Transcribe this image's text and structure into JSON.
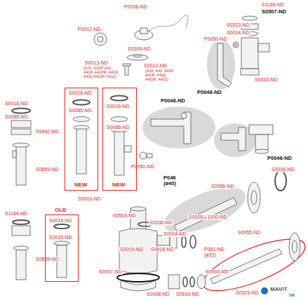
{
  "diagram": {
    "nodes": [
      {
        "text": [
          "S0016-ND",
          "S0085-ND",
          "NEW"
        ]
      },
      {
        "text": [
          "S0016-ND",
          "S0085-ND",
          "NEW"
        ]
      },
      {
        "text": [
          "OLD",
          "S0016-ND",
          "S0015-ND"
        ]
      }
    ],
    "labels": [
      "P0012-ND",
      "P0008-ND",
      "S0013-ND",
      "(A31, A31P, A41, A41P, A41PR, A41R, A410 A410P, A411)",
      "S0309-ND",
      "S0012-ND",
      "(A32, A42, A42F, A42R, A420, A420F, A421)",
      "S1184-ND",
      "S0507-ND",
      "S0323-ND",
      "S0004-ND",
      "P0050-ND",
      "S0323-ND",
      "P0048-ND",
      "S0016-ND",
      "S0085-ND",
      "S0442-ND",
      "S0859-ND",
      "P0048-ND",
      "P0050-ND",
      "P0048-ND",
      "S0006-ND",
      "P046 (ø40)",
      "S0956-ND",
      "S0005-L1000-ND",
      "S0003-ND",
      "S0515-ND",
      "S0336-ND",
      "S0004-ND",
      "S0516-ND",
      "S0009-ND",
      "S0007-ND",
      "P061-ND (ø32)",
      "S0955-ND",
      "S0003-ND",
      "S0515-ND",
      "S0008-ND",
      "S0323-ND",
      "S1184-ND",
      "S0859-ND",
      "MAVIT",
      "SK"
    ]
  }
}
